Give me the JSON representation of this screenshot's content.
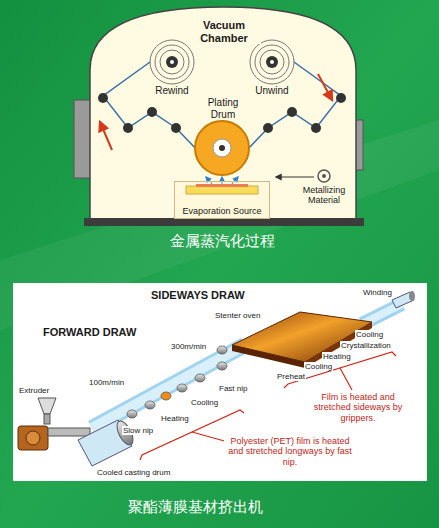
{
  "diagram": {
    "nodes": [
      {
        "text": [
          "Vacuum Chamber"
        ]
      },
      {
        "text": [
          "Plating Drum"
        ],
        "in": 0
      },
      {
        "text": [
          "Evaporation Source"
        ],
        "in": 0
      }
    ],
    "labels": [
      "Rewind",
      "Unwind",
      "Metallizing Material",
      "金属蒸汽化过程",
      "SIDEWAYS DRAW",
      "FORWARD DRAW",
      "Stenter oven",
      "Winding",
      "300m/min",
      "Cooling",
      "Crystallization",
      "Heating",
      "Cooling",
      "Preheat",
      "Film is heated and stretched sideways by grippers.",
      "Fast nip",
      "100m/min",
      "Cooling",
      "Heating",
      "Slow nip",
      "Polyester (PET) film is heated and stretched longways by fast nip.",
      "Extruder",
      "Cooled casting drum",
      "聚酯薄膜基材挤出机"
    ]
  }
}
